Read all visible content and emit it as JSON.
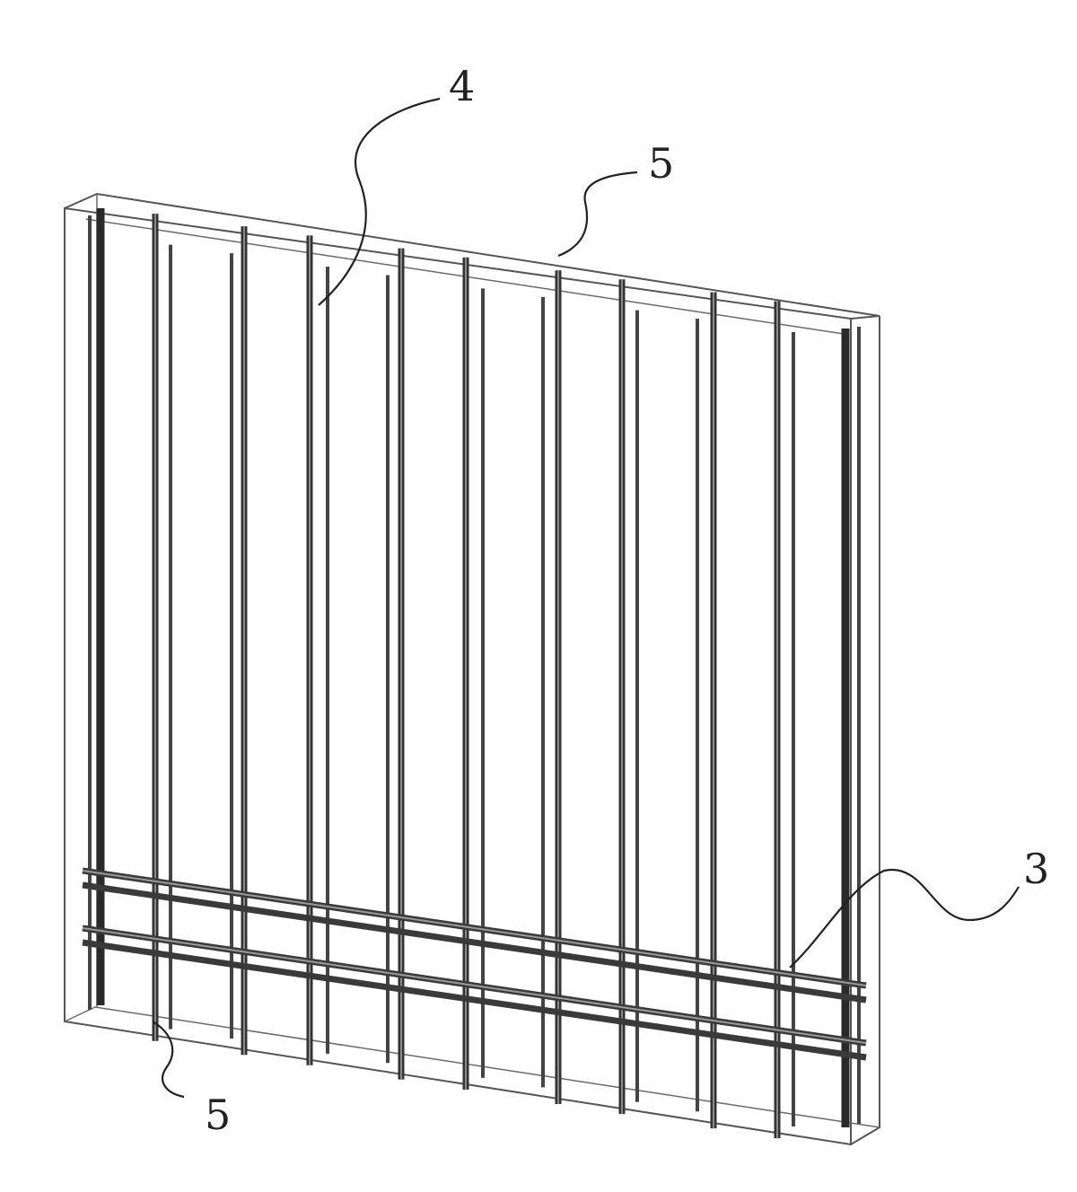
{
  "labels": {
    "top_center": "4",
    "top_right": "5",
    "right": "3",
    "bottom_left": "5"
  },
  "colors": {
    "line": "#333333",
    "background": "#ffffff"
  }
}
